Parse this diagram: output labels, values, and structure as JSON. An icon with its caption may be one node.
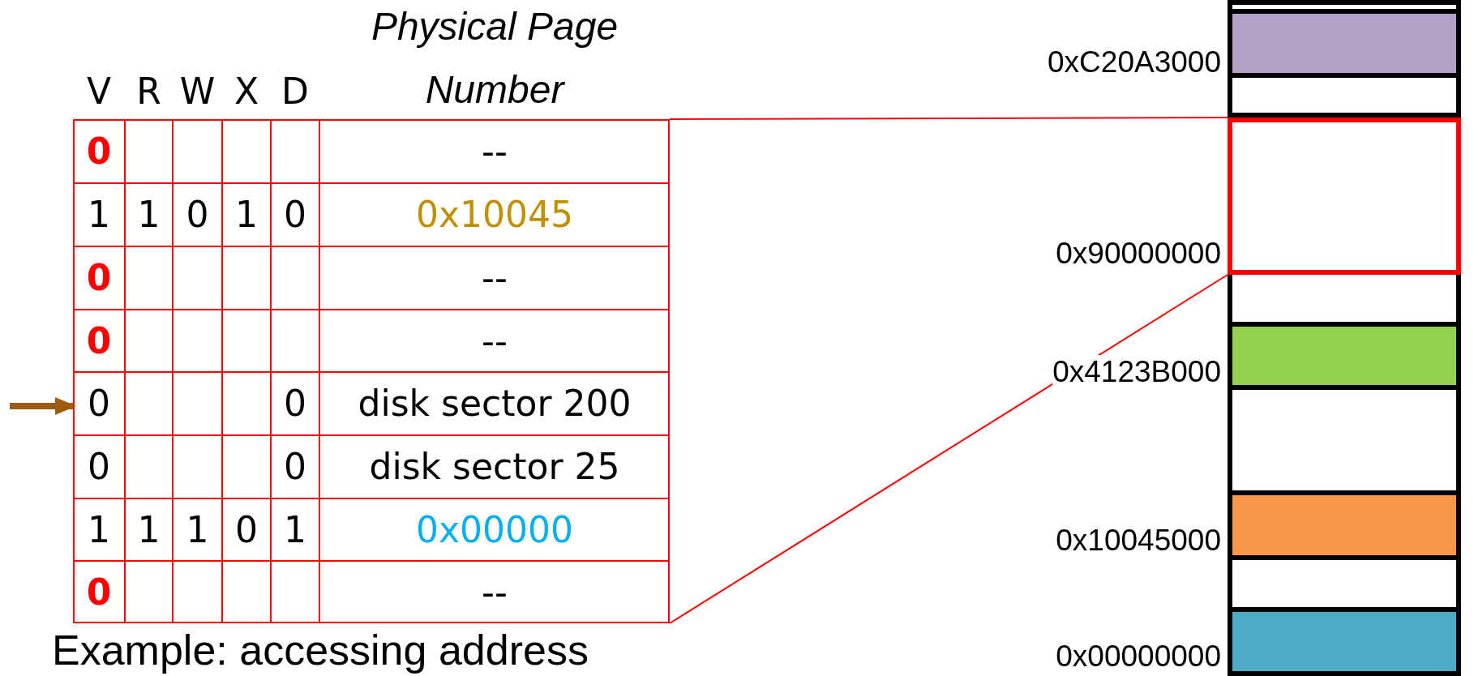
{
  "diagram": {
    "nodes": [
      {
        "text": [],
        "shape": "box"
      },
      {
        "text": [],
        "shape": "bar"
      },
      {
        "text": [],
        "shape": "box",
        "in": 1
      },
      {
        "text": [],
        "shape": "box",
        "in": 1,
        "beside": [
          "0xC20A3000"
        ]
      },
      {
        "text": [],
        "shape": "box",
        "in": 1
      },
      {
        "text": [],
        "shape": "box",
        "in": 1,
        "beside": [
          "0x90000000"
        ]
      },
      {
        "text": [],
        "shape": "box",
        "in": 1
      },
      {
        "text": [],
        "shape": "box",
        "in": 1,
        "beside": [
          "0x4123B000"
        ]
      },
      {
        "text": [],
        "shape": "box",
        "in": 1
      },
      {
        "text": [],
        "shape": "box",
        "in": 1,
        "beside": [
          "0x10045000"
        ]
      },
      {
        "text": [],
        "shape": "box",
        "in": 1
      },
      {
        "text": [],
        "shape": "box",
        "in": 1,
        "beside": [
          "0x00000000"
        ]
      }
    ],
    "edges": [
      {
        "from": null,
        "to": 0,
        "arrow": "to",
        "style": "thick",
        "color": "#9c5b0e"
      },
      {
        "from": 0,
        "to": 5,
        "arrow": "none"
      },
      {
        "from": 0,
        "to": 5,
        "arrow": "none"
      }
    ],
    "labels": [
      "V",
      "R",
      "W",
      "X",
      "D",
      "Physical Page Number",
      "0",
      "--",
      "1",
      "1",
      "0",
      "1",
      "0",
      "0x10045",
      "0",
      "--",
      "0",
      "--",
      "0",
      "0",
      "disk sector 200",
      "0",
      "0",
      "disk sector 25",
      "1",
      "1",
      "1",
      "0",
      "1",
      "0x00000",
      "0",
      "--",
      "Example: accessing address"
    ]
  }
}
